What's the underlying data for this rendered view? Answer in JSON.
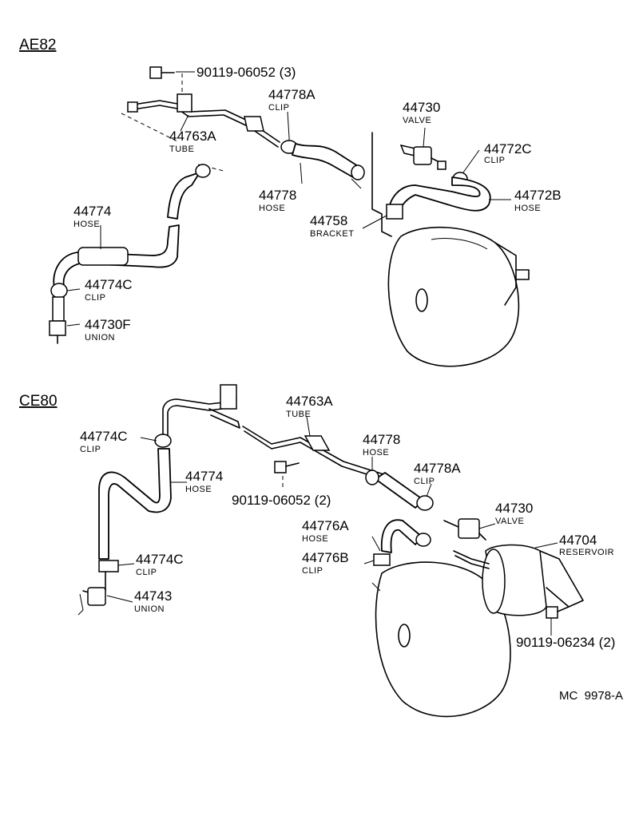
{
  "sections": {
    "top": "AE82",
    "bottom": "CE80"
  },
  "ae82": {
    "bolt": {
      "number": "90119-06052 (3)"
    },
    "clip_44778a": {
      "number": "44778A",
      "desc": "CLIP"
    },
    "valve_44730": {
      "number": "44730",
      "desc": "VALVE"
    },
    "tube_44763a": {
      "number": "44763A",
      "desc": "TUBE"
    },
    "clip_44772c": {
      "number": "44772C",
      "desc": "CLIP"
    },
    "hose_44778": {
      "number": "44778",
      "desc": "HOSE"
    },
    "hose_44772b": {
      "number": "44772B",
      "desc": "HOSE"
    },
    "hose_44774": {
      "number": "44774",
      "desc": "HOSE"
    },
    "bracket_44758": {
      "number": "44758",
      "desc": "BRACKET"
    },
    "clip_44774c": {
      "number": "44774C",
      "desc": "CLIP"
    },
    "union_44730f": {
      "number": "44730F",
      "desc": "UNION"
    }
  },
  "ce80": {
    "tube_44763a": {
      "number": "44763A",
      "desc": "TUBE"
    },
    "clip_44774c_top": {
      "number": "44774C",
      "desc": "CLIP"
    },
    "hose_44778": {
      "number": "44778",
      "desc": "HOSE"
    },
    "hose_44774": {
      "number": "44774",
      "desc": "HOSE"
    },
    "clip_44778a": {
      "number": "44778A",
      "desc": "CLIP"
    },
    "bolt": {
      "number": "90119-06052 (2)"
    },
    "valve_44730": {
      "number": "44730",
      "desc": "VALVE"
    },
    "hose_44776a": {
      "number": "44776A",
      "desc": "HOSE"
    },
    "reservoir_44704": {
      "number": "44704",
      "desc": "RESERVOIR"
    },
    "clip_44776b": {
      "number": "44776B",
      "desc": "CLIP"
    },
    "clip_44774c_bottom": {
      "number": "44774C",
      "desc": "CLIP"
    },
    "union_44743": {
      "number": "44743",
      "desc": "UNION"
    },
    "bolt_2": {
      "number": "90119-06234 (2)"
    }
  },
  "figure_ref": "MC  9978-A"
}
